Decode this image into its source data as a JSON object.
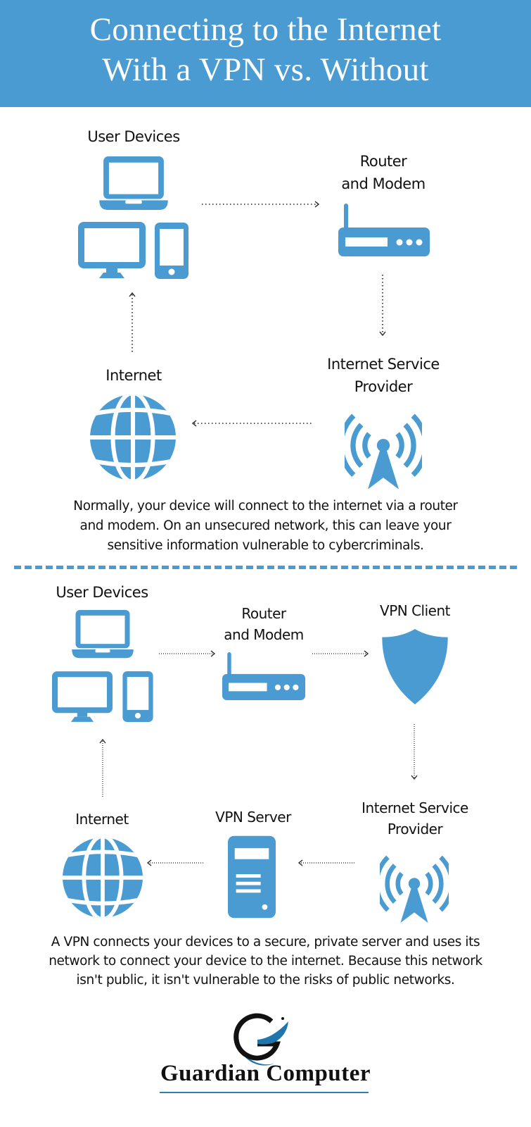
{
  "header": {
    "title_line1": "Connecting to the Internet",
    "title_line2": "With a VPN vs. Without",
    "background_color": "#4a9bd1"
  },
  "colors": {
    "icon": "#4a9bd1",
    "text": "#111111",
    "divider": "#4a9bd1"
  },
  "without_vpn": {
    "nodes": [
      {
        "id": "user-devices",
        "label": "User Devices",
        "icon": "devices-icon"
      },
      {
        "id": "router",
        "label_line1": "Router",
        "label_line2": "and Modem",
        "icon": "router-icon"
      },
      {
        "id": "isp",
        "label_line1": "Internet Service",
        "label_line2": "Provider",
        "icon": "antenna-icon"
      },
      {
        "id": "internet",
        "label": "Internet",
        "icon": "globe-icon"
      }
    ],
    "flow": [
      "User Devices",
      "Router and Modem",
      "Internet Service Provider",
      "Internet",
      "User Devices"
    ],
    "description": "Normally, your device will connect to the internet via a router and modem. On an unsecured network, this can leave your sensitive information vulnerable to cybercriminals.",
    "description_lines": [
      "Normally, your device will connect to the internet via a router",
      "and modem. On an unsecured network, this can leave your",
      "sensitive information vulnerable to cybercriminals."
    ]
  },
  "with_vpn": {
    "nodes": [
      {
        "id": "user-devices",
        "label": "User Devices",
        "icon": "devices-icon"
      },
      {
        "id": "router",
        "label_line1": "Router",
        "label_line2": "and Modem",
        "icon": "router-icon"
      },
      {
        "id": "vpn-client",
        "label": "VPN Client",
        "icon": "shield-icon"
      },
      {
        "id": "isp",
        "label_line1": "Internet Service",
        "label_line2": "Provider",
        "icon": "antenna-icon"
      },
      {
        "id": "vpn-server",
        "label": "VPN Server",
        "icon": "server-icon"
      },
      {
        "id": "internet",
        "label": "Internet",
        "icon": "globe-icon"
      }
    ],
    "flow": [
      "User Devices",
      "Router and Modem",
      "VPN Client",
      "Internet Service Provider",
      "VPN Server",
      "Internet",
      "User Devices"
    ],
    "description_lines": [
      "A VPN connects your devices to a secure, private server and uses its",
      "network to connect your device to the internet. Because this network",
      "isn't public, it isn't vulnerable to the risks of public networks."
    ]
  },
  "footer": {
    "brand": "Guardian Computer",
    "logo": "guardian-g-logo"
  }
}
